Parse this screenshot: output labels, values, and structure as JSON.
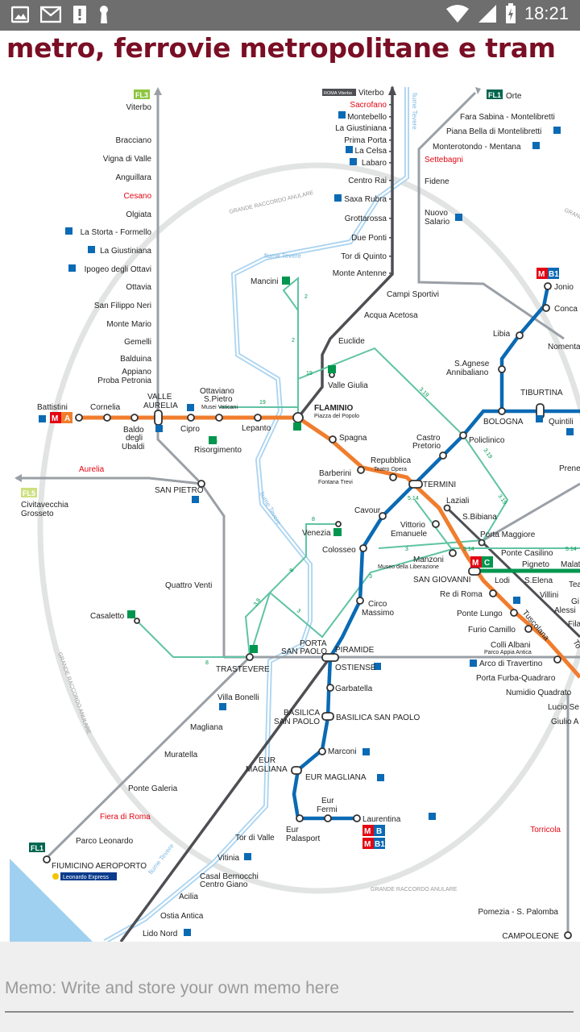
{
  "status_bar": {
    "icons_left": [
      "image-icon",
      "gmail-icon",
      "alert-icon",
      "keyhole-icon"
    ],
    "icons_right": [
      "wifi-icon",
      "signal-icon",
      "battery-icon"
    ],
    "time": "18:21"
  },
  "header": {
    "title": "metro, ferrovie metropolitane e tram"
  },
  "memo": {
    "placeholder": "Memo: Write and store your own memo here",
    "value": ""
  },
  "colors": {
    "title": "#7a0e24",
    "line_a": "#f07d2e",
    "line_b": "#0a6ab4",
    "line_c": "#00964e",
    "rail": "#9aa0a6",
    "tram": "#5fc3a4",
    "river": "#aad4f0"
  },
  "map": {
    "line_badges": {
      "fl3": "FL3",
      "fl1": "FL1",
      "fl5": "FL5",
      "fl1_airport": "FL1",
      "roma_viterbo": "ROMA Viterbo",
      "mb1": "B1",
      "ma": "A",
      "mc": "C",
      "mb": "B",
      "mb1_bottom": "B1"
    },
    "river_labels": {
      "tevere_north": "fiume Tevere",
      "tevere_mid": "fiume Tevere",
      "tevere_upper": "fiume Tevere",
      "tevere_south": "fiume Tevere"
    },
    "gra_labels": {
      "top": "GRANDE RACCORDO ANULARE",
      "left": "GRANDE RACCORDO ANULARE",
      "bottom": "GRANDE RACCORDO ANULARE",
      "right": "GRANDE RACCORDO ANULARE"
    },
    "fl3": [
      "Viterbo",
      "Bracciano",
      "Vigna di Valle",
      "Anguillara",
      "Cesano",
      "Olgiata",
      "La Storta - Formello",
      "La Giustiniana",
      "Ipogeo degli Ottavi",
      "Ottavia",
      "San Filippo Neri",
      "Monte Mario",
      "Gemelli",
      "Balduina",
      "Appiano",
      "Proba Petronia"
    ],
    "viterbo_line": [
      "Viterbo",
      "Sacrofano",
      "Montebello",
      "La Giustiniana",
      "Prima Porta",
      "La Celsa",
      "Labaro",
      "Centro Rai",
      "Saxa Rubra",
      "Grottarossa",
      "Due Ponti",
      "Tor di Quinto",
      "Monte Antenne",
      "Campi Sportivi",
      "Acqua Acetosa",
      "Euclide",
      "Valle Giulia"
    ],
    "fl1_north": [
      "Orte",
      "Fara Sabina - Montelibretti",
      "Piana Bella di Montelibretti",
      "Monterotondo - Mentana",
      "Settebagni",
      "Fidene",
      "Nuovo",
      "Salario"
    ],
    "line_a": [
      "Battistini",
      "Cornelia",
      "Baldo",
      "degli",
      "Ubaldi",
      "VALLE",
      "AURELIA",
      "Cipro",
      "Ottaviano",
      "S.Pietro",
      "Musei Vaticani",
      "Lepanto",
      "FLAMINIO",
      "Piazza del Popolo",
      "Spagna",
      "Barberini",
      "Fontana Trevi",
      "Repubblica",
      "Teatro Opera",
      "TERMINI",
      "Vittorio",
      "Emanuele",
      "Manzoni",
      "Museo della Liberazione",
      "SAN GIOVANNI",
      "Re di Roma",
      "Ponte Lungo",
      "Furio Camillo",
      "Colli Albani",
      "Parco Appia Antica",
      "Arco di Travertino",
      "Porta Furba-Quadraro",
      "Numidio Quadrato",
      "Lucio Se",
      "Giulio A"
    ],
    "line_b": [
      "Jonio",
      "Conca",
      "Libia",
      "Nomenta",
      "S.Agnese",
      "Annibaliano",
      "TIBURTINA",
      "BOLOGNA",
      "Quintili",
      "Policlinico",
      "Castro",
      "Pretorio",
      "Cavour",
      "Colosseo",
      "Circo",
      "Massimo",
      "PIRAMIDE",
      "Garbatella",
      "BASILICA",
      "SAN PAOLO",
      "BASILICA SAN PAOLO",
      "Marconi",
      "EUR",
      "MAGLIANA",
      "EUR MAGLIANA",
      "Eur",
      "Fermi",
      "Eur",
      "Palasport",
      "Laurentina"
    ],
    "tram": [
      "Mancini",
      "Risorgimento",
      "Venezia",
      "Casaletto",
      "Laziali",
      "S.Bibiana",
      "Porta Maggiore",
      "Ponte Casilino",
      "Pigneto",
      "Malat",
      "Lodi",
      "S.Elena",
      "Tea",
      "Villini",
      "Alessi",
      "Gi",
      "Fila",
      "Tuscolana",
      "To",
      "Prene"
    ],
    "tram_codes": [
      "2",
      "2",
      "2",
      "19",
      "19",
      "3",
      "3.19",
      "3.19",
      "3.19",
      "19",
      "8",
      "8",
      "8",
      "8",
      "3.8",
      "3",
      "3",
      "3",
      "3",
      "5.14",
      "5.14",
      "5.14"
    ],
    "rail_west": [
      "Aurelia",
      "Civitavecchia",
      "Grosseto",
      "SAN PIETRO",
      "Quattro Venti",
      "PORTA",
      "SAN PAOLO",
      "OSTIENSE",
      "TRASTEVERE",
      "Villa Bonelli",
      "Magliana",
      "Muratella",
      "Ponte Galeria",
      "Fiera di Roma",
      "Parco Leonardo",
      "FIUMICINO AEROPORTO",
      "Leonardo Express"
    ],
    "roma_lido": [
      "Tor di Valle",
      "Vitinia",
      "Casal Bernocchi",
      "Centro Giano",
      "Acilia",
      "Ostia Antica",
      "Lido Nord"
    ],
    "south_east": [
      "Torricola",
      "Pomezia - S. Palomba",
      "CAMPOLEONE"
    ]
  }
}
